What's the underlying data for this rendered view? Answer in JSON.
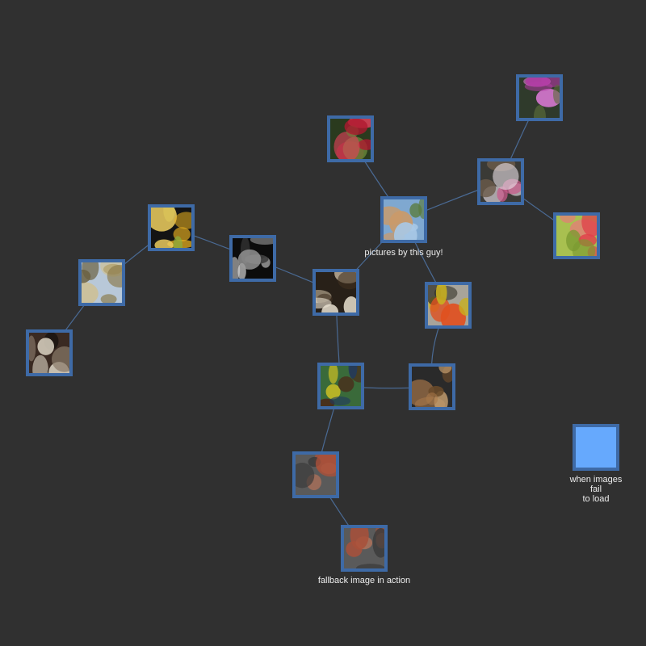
{
  "graph": {
    "colors": {
      "background": "#303030",
      "edge": "#4a6a94",
      "node_border": "#3e6aa6",
      "fallback_fill": "#66a9fd",
      "label": "#ededed"
    },
    "nodes": [
      {
        "id": "orchid",
        "icon": "pink-orchid-photo",
        "palette": [
          "#2f3a2b",
          "#b03aa2",
          "#e07ad8",
          "#5a6b3a"
        ]
      },
      {
        "id": "coffee-cherries",
        "icon": "red-berries-photo",
        "palette": [
          "#2a3a1e",
          "#b01830",
          "#e2405a",
          "#6a8a3a"
        ]
      },
      {
        "id": "white-flower",
        "icon": "white-flower-photo",
        "palette": [
          "#3a3a36",
          "#e8dfe6",
          "#c85a8a",
          "#6a5a4a"
        ]
      },
      {
        "id": "profile-photo",
        "icon": "man-portrait-photo",
        "palette": [
          "#7fa8d0",
          "#c99a6a",
          "#5a7a3a",
          "#a8c8e6"
        ],
        "label": "pictures by this guy!"
      },
      {
        "id": "hummingbird",
        "icon": "bird-photo",
        "palette": [
          "#141414",
          "#e8b020",
          "#8ab040",
          "#f0d060"
        ]
      },
      {
        "id": "dragon-fruit",
        "icon": "fruit-photo",
        "palette": [
          "#a8c050",
          "#e0404a",
          "#f07080",
          "#7a9a30"
        ]
      },
      {
        "id": "moth",
        "icon": "moth-photo",
        "palette": [
          "#0c0c0c",
          "#9a9a9a",
          "#d8d8d8",
          "#404040"
        ]
      },
      {
        "id": "cactus",
        "icon": "cactus-photo",
        "palette": [
          "#b8c8d8",
          "#8a7a4a",
          "#d0c090",
          "#6a6040"
        ]
      },
      {
        "id": "cat",
        "icon": "cat-photo",
        "palette": [
          "#282018",
          "#e8e0d0",
          "#c8b8a0",
          "#403020"
        ]
      },
      {
        "id": "beetle",
        "icon": "beetle-photo",
        "palette": [
          "#a8a49a",
          "#c8b020",
          "#e05020",
          "#2a2a20"
        ]
      },
      {
        "id": "statues",
        "icon": "statues-photo",
        "palette": [
          "#3a2a22",
          "#d8d0c0",
          "#8a7a6a",
          "#1a1410"
        ]
      },
      {
        "id": "boy",
        "icon": "boy-portrait-photo",
        "palette": [
          "#3a6a3a",
          "#4a2a1a",
          "#e8d020",
          "#203a60"
        ]
      },
      {
        "id": "puppy",
        "icon": "puppy-photo",
        "palette": [
          "#2a2a2a",
          "#a8784a",
          "#6a4a2a",
          "#c8a070"
        ]
      },
      {
        "id": "terracotta-1",
        "icon": "sculpture-photo",
        "palette": [
          "#5a5a5a",
          "#a8503a",
          "#c8785a",
          "#3a3a3a"
        ]
      },
      {
        "id": "terracotta-2",
        "icon": "sculpture-photo",
        "palette": [
          "#5a5a5a",
          "#a8503a",
          "#c8785a",
          "#3a3a3a"
        ],
        "label": "fallback image in action"
      },
      {
        "id": "fallback-node",
        "fallback": true,
        "label_lines": [
          "when images",
          "fail",
          "to load"
        ]
      }
    ],
    "edges": [
      {
        "source": "orchid",
        "target": "white-flower"
      },
      {
        "source": "white-flower",
        "target": "dragon-fruit"
      },
      {
        "source": "white-flower",
        "target": "profile-photo"
      },
      {
        "source": "coffee-cherries",
        "target": "profile-photo"
      },
      {
        "source": "profile-photo",
        "target": "cat"
      },
      {
        "source": "profile-photo",
        "target": "beetle"
      },
      {
        "source": "cat",
        "target": "moth"
      },
      {
        "source": "moth",
        "target": "hummingbird"
      },
      {
        "source": "hummingbird",
        "target": "cactus"
      },
      {
        "source": "cactus",
        "target": "statues"
      },
      {
        "source": "cat",
        "target": "boy"
      },
      {
        "source": "beetle",
        "target": "puppy"
      },
      {
        "source": "boy",
        "target": "puppy"
      },
      {
        "source": "boy",
        "target": "terracotta-1"
      },
      {
        "source": "terracotta-1",
        "target": "terracotta-2"
      }
    ]
  }
}
